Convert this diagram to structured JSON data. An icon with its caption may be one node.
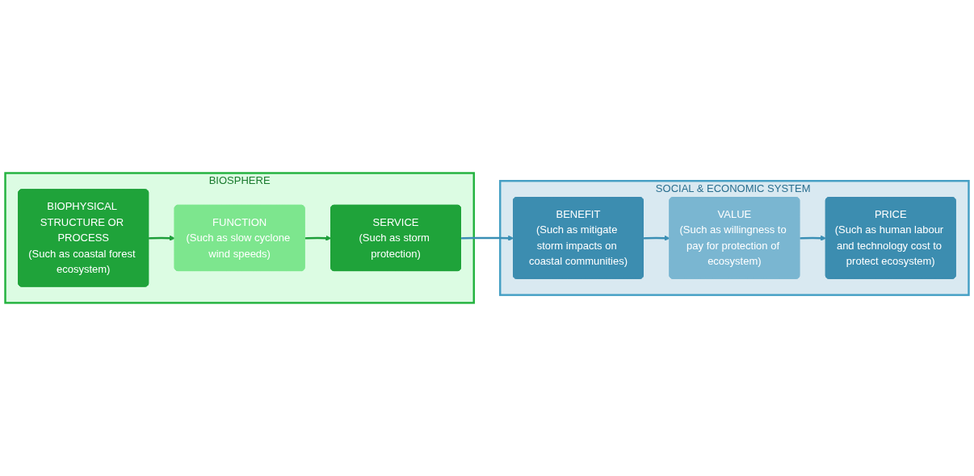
{
  "diagram": {
    "nodes": [
      {
        "text": [
          "BIOSPHERE"
        ]
      },
      {
        "text": [
          "BIOPHYSICAL STRUCTURE OR PROCESS",
          "(Such as coastal forest ecosystem)"
        ],
        "in": 0
      },
      {
        "text": [
          "FUNCTION",
          "(Such as slow cyclone wind speeds)"
        ],
        "in": 0
      },
      {
        "text": [
          "SERVICE",
          "(Such as storm protection)"
        ],
        "in": 0
      },
      {
        "text": [
          "SOCIAL & ECONOMIC SYSTEM"
        ]
      },
      {
        "text": [
          "BENEFIT",
          "(Such as mitigate storm impacts on coastal communities)"
        ],
        "in": 4
      },
      {
        "text": [
          "VALUE",
          "(Such as willingness to pay for protection of ecosystem)"
        ],
        "in": 4
      },
      {
        "text": [
          "PRICE",
          "(Such as human labour and technology cost to protect ecosystem)"
        ],
        "in": 4
      }
    ],
    "edges": [
      {
        "from": 1,
        "to": 2,
        "arrow": "to",
        "color": "#1e9e3a"
      },
      {
        "from": 2,
        "to": 3,
        "arrow": "to",
        "color": "#1e9e3a"
      },
      {
        "from": 3,
        "to": 5,
        "arrow": "to"
      },
      {
        "from": 5,
        "to": 6,
        "arrow": "to"
      },
      {
        "from": 6,
        "to": 7,
        "arrow": "to"
      }
    ]
  }
}
